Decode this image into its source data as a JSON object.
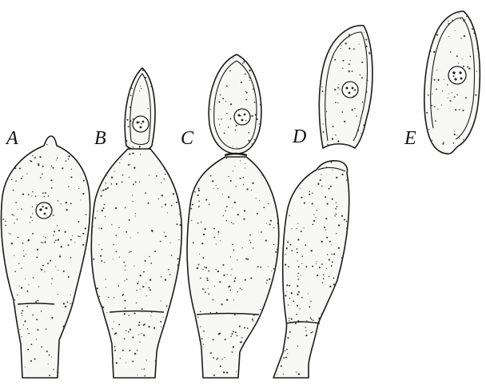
{
  "figure": {
    "stages": [
      {
        "label": "A"
      },
      {
        "label": "B"
      },
      {
        "label": "C"
      },
      {
        "label": "D"
      },
      {
        "label": "E"
      }
    ]
  }
}
